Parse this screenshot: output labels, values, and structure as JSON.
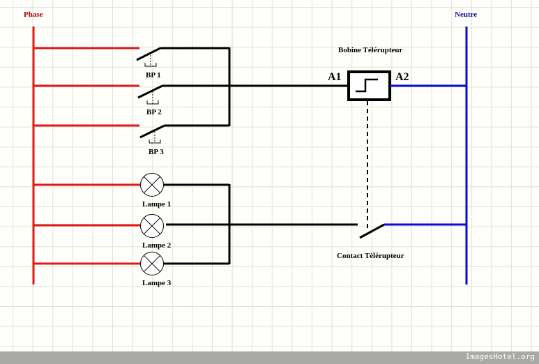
{
  "diagram": {
    "title_left": "Phase",
    "title_right": "Neutre",
    "colors": {
      "phase": "#e01818",
      "phase_label": "#b00000",
      "neutral": "#0a0ad0",
      "neutral_label": "#10109a",
      "wire": "#000000",
      "grid": "#e2e2d8",
      "background": "#fefefb"
    },
    "push_buttons": [
      {
        "label": "BP 1"
      },
      {
        "label": "BP 2"
      },
      {
        "label": "BP 3"
      }
    ],
    "lamps": [
      {
        "label": "Lampe 1"
      },
      {
        "label": "Lampe 2"
      },
      {
        "label": "Lampe 3"
      }
    ],
    "coil": {
      "title": "Bobine Télérupteur",
      "terminal_1": "A1",
      "terminal_2": "A2"
    },
    "contact": {
      "label": "Contact Télérupteur"
    }
  },
  "footer": {
    "watermark": "ImagesHotel.org"
  }
}
